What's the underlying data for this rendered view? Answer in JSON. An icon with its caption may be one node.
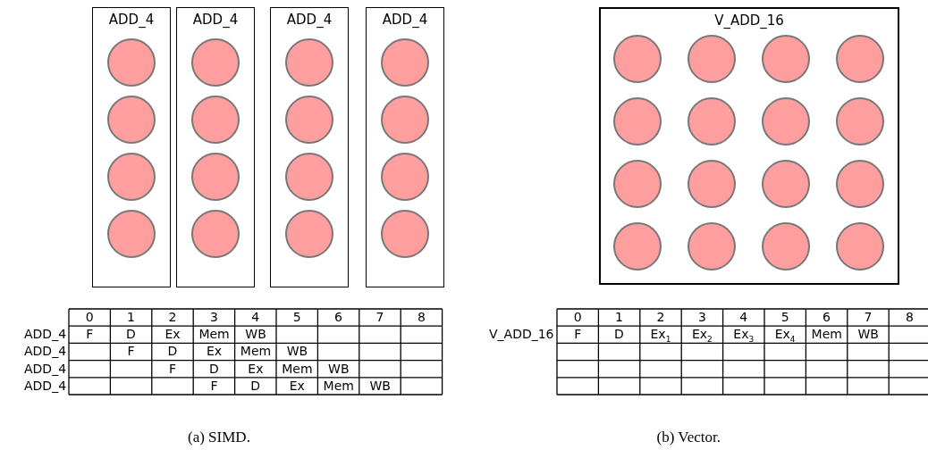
{
  "diagram": {
    "nodes": [
      {
        "text": [
          "ADD_4"
        ]
      },
      {
        "text": [],
        "shape": "circle",
        "in": 0
      },
      {
        "text": [],
        "shape": "circle",
        "in": 0
      },
      {
        "text": [],
        "shape": "circle",
        "in": 0
      },
      {
        "text": [],
        "shape": "circle",
        "in": 0
      },
      {
        "text": [
          "ADD_4"
        ]
      },
      {
        "text": [],
        "shape": "circle",
        "in": 5
      },
      {
        "text": [],
        "shape": "circle",
        "in": 5
      },
      {
        "text": [],
        "shape": "circle",
        "in": 5
      },
      {
        "text": [],
        "shape": "circle",
        "in": 5
      },
      {
        "text": [
          "ADD_4"
        ]
      },
      {
        "text": [],
        "shape": "circle",
        "in": 10
      },
      {
        "text": [],
        "shape": "circle",
        "in": 10
      },
      {
        "text": [],
        "shape": "circle",
        "in": 10
      },
      {
        "text": [],
        "shape": "circle",
        "in": 10
      },
      {
        "text": [
          "ADD_4"
        ]
      },
      {
        "text": [],
        "shape": "circle",
        "in": 15
      },
      {
        "text": [],
        "shape": "circle",
        "in": 15
      },
      {
        "text": [],
        "shape": "circle",
        "in": 15
      },
      {
        "text": [],
        "shape": "circle",
        "in": 15
      },
      {
        "text": [
          "V_ADD_16"
        ]
      },
      {
        "text": [],
        "shape": "circle",
        "in": 20
      },
      {
        "text": [],
        "shape": "circle",
        "in": 20
      },
      {
        "text": [],
        "shape": "circle",
        "in": 20
      },
      {
        "text": [],
        "shape": "circle",
        "in": 20
      },
      {
        "text": [],
        "shape": "circle",
        "in": 20
      },
      {
        "text": [],
        "shape": "circle",
        "in": 20
      },
      {
        "text": [],
        "shape": "circle",
        "in": 20
      },
      {
        "text": [],
        "shape": "circle",
        "in": 20
      },
      {
        "text": [],
        "shape": "circle",
        "in": 20
      },
      {
        "text": [],
        "shape": "circle",
        "in": 20
      },
      {
        "text": [],
        "shape": "circle",
        "in": 20
      },
      {
        "text": [],
        "shape": "circle",
        "in": 20
      },
      {
        "text": [],
        "shape": "circle",
        "in": 20
      },
      {
        "text": [],
        "shape": "circle",
        "in": 20
      },
      {
        "text": [],
        "shape": "circle",
        "in": 20
      },
      {
        "text": [],
        "shape": "circle",
        "in": 20
      }
    ],
    "labels": [
      "0",
      "1",
      "2",
      "3",
      "4",
      "5",
      "6",
      "7",
      "8",
      "ADD_4",
      "F",
      "D",
      "Ex",
      "Mem",
      "WB",
      "ADD_4",
      "F",
      "D",
      "Ex",
      "Mem",
      "WB",
      "ADD_4",
      "F",
      "D",
      "Ex",
      "Mem",
      "WB",
      "ADD_4",
      "F",
      "D",
      "Ex",
      "Mem",
      "WB",
      "0",
      "1",
      "2",
      "3",
      "4",
      "5",
      "6",
      "7",
      "8",
      "V_ADD_16",
      "F",
      "D",
      "Ex$_{1}$",
      "Ex$_{2}$",
      "Ex$_{3}$",
      "Ex$_{4}$",
      "Mem",
      "WB",
      "(a) SIMD.",
      "(b) Vector."
    ]
  }
}
